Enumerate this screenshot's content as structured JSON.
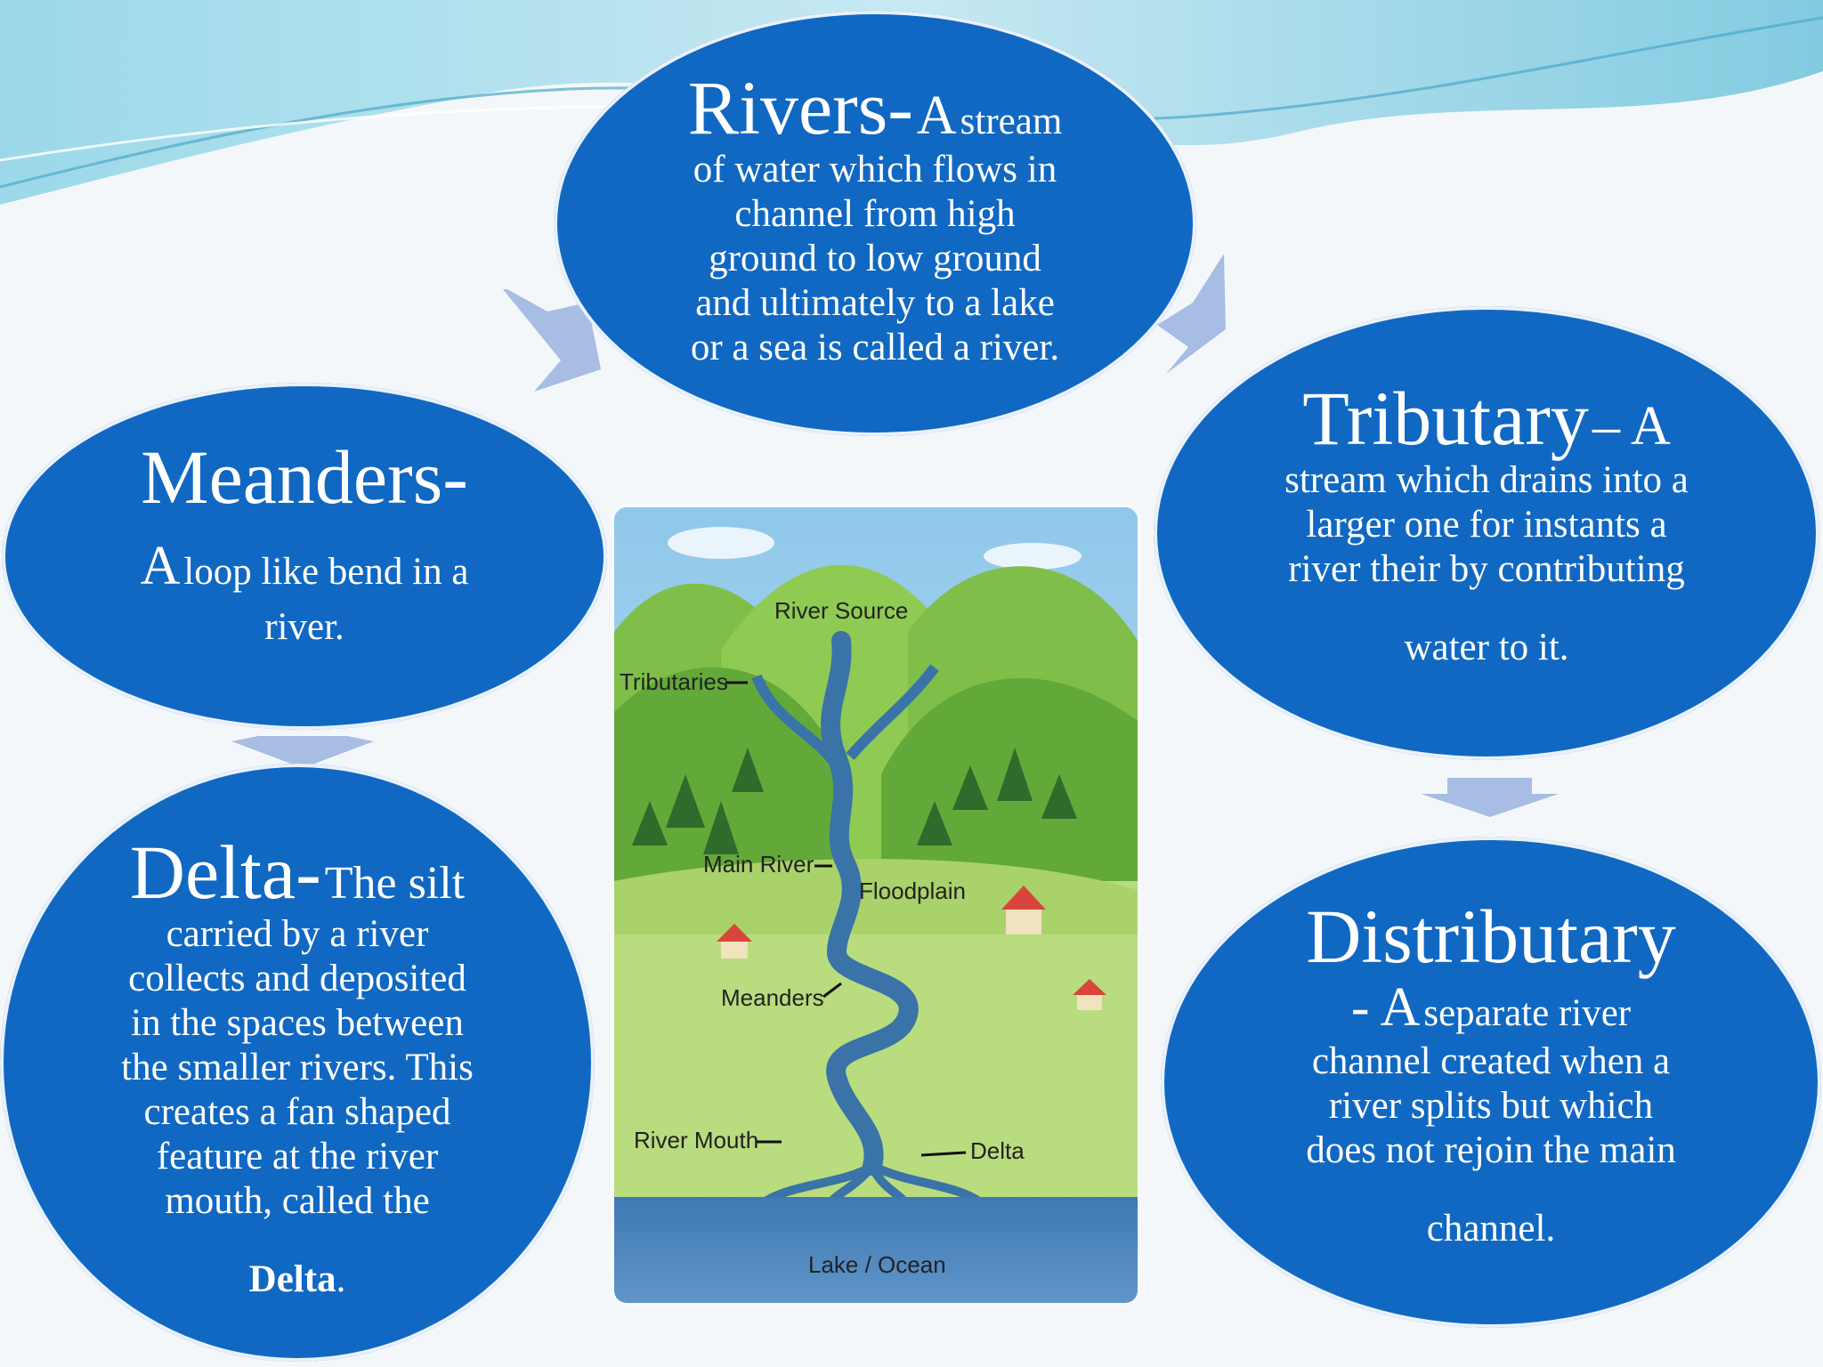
{
  "colors": {
    "bubble": "#1068c2",
    "arrow": "#a8bde3",
    "wave": "#5fc4dd"
  },
  "rivers": {
    "title": "Rivers-",
    "lead": "A",
    "lead_rest": "stream",
    "lines": [
      "of water which flows in",
      "channel from high",
      "ground to low ground",
      "and ultimately to a lake",
      "or a sea is called a river."
    ]
  },
  "meanders": {
    "title": "Meanders-",
    "lead": "A",
    "lines": [
      "loop like bend in a",
      "river."
    ]
  },
  "tributary": {
    "title": "Tributary",
    "dash": "– A",
    "lines": [
      "stream which drains into a",
      "larger one for instants a",
      "river their by contributing",
      "water to it."
    ]
  },
  "delta": {
    "title": "Delta-",
    "lead": "The silt",
    "lines": [
      "carried by a river",
      "collects and deposited",
      "in the spaces between",
      "the smaller rivers. This",
      "creates a fan shaped",
      "feature at the river",
      "mouth, called the"
    ],
    "bold": "Delta",
    "end": "."
  },
  "distributary": {
    "title": "Distributary",
    "dash": "- A",
    "lead_rest": "separate river",
    "lines": [
      "channel created when a",
      "river splits but which",
      "does not rejoin the main",
      "channel."
    ]
  },
  "diagram": {
    "labels": {
      "river_source": "River Source",
      "tributaries": "Tributaries",
      "main_river": "Main River",
      "floodplain": "Floodplain",
      "meanders": "Meanders",
      "river_mouth": "River Mouth",
      "delta": "Delta",
      "lake_ocean": "Lake / Ocean"
    }
  }
}
